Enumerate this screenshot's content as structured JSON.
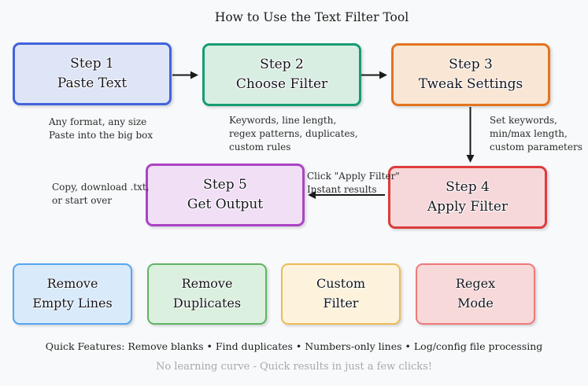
{
  "title": "How to Use the Text Filter Tool",
  "background_color": "#f8f9fa",
  "arrow_color": "#1a1a1a",
  "steps": [
    {
      "title": "Step 1",
      "subtitle": "Paste Text",
      "note": "Any format, any size\nPaste into the big box",
      "fill_color": "#dee5f7",
      "border_color": "#4263db"
    },
    {
      "title": "Step 2",
      "subtitle": "Choose Filter",
      "note": "Keywords, line length,\nregex patterns, duplicates,\ncustom rules",
      "fill_color": "#d9eee3",
      "border_color": "#179c72"
    },
    {
      "title": "Step 3",
      "subtitle": "Tweak Settings",
      "note": "Set keywords,\nmin/max length,\ncustom parameters",
      "fill_color": "#fae6d4",
      "border_color": "#e2741f"
    },
    {
      "title": "Step 4",
      "subtitle": "Apply Filter",
      "note": "Click \"Apply Filter\"\nInstant results",
      "fill_color": "#f7d8da",
      "border_color": "#dd3c3c"
    },
    {
      "title": "Step 5",
      "subtitle": "Get Output",
      "note": "Copy, download .txt,\nor start over",
      "fill_color": "#f1dff6",
      "border_color": "#ab44c4"
    }
  ],
  "features": [
    {
      "label": "Remove\nEmpty Lines",
      "fill_color": "#d9eafb",
      "border_color": "#55a5f0"
    },
    {
      "label": "Remove\nDuplicates",
      "fill_color": "#dbf0de",
      "border_color": "#5fb463"
    },
    {
      "label": "Custom\nFilter",
      "fill_color": "#fdf3dd",
      "border_color": "#ecba58"
    },
    {
      "label": "Regex\nMode",
      "fill_color": "#f7d9d9",
      "border_color": "#f07878"
    }
  ],
  "footer": {
    "quick_features": "Quick Features: Remove blanks • Find duplicates • Numbers-only lines • Log/config file processing",
    "tagline": "No learning curve - Quick results in just a few clicks!"
  }
}
